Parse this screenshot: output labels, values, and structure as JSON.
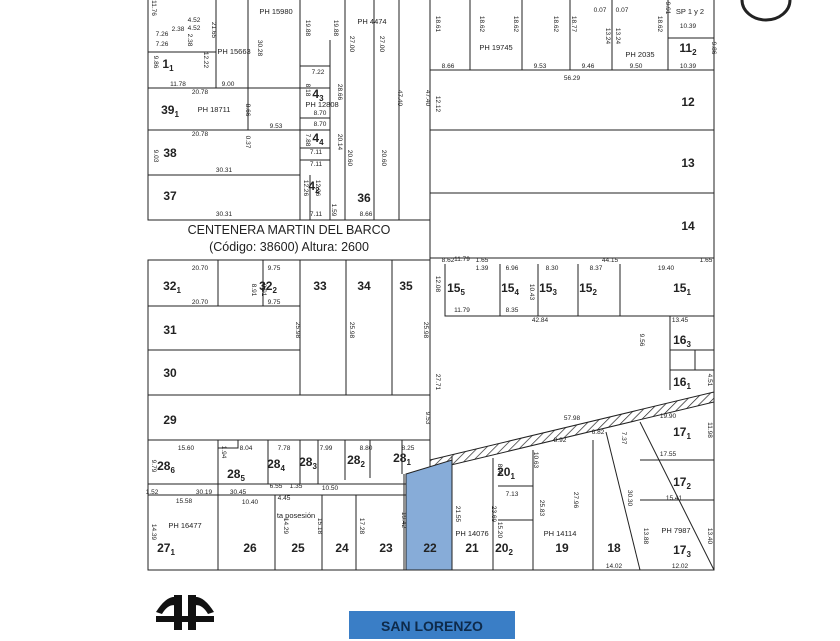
{
  "street_block": {
    "name": "CENTENERA MARTIN DEL BARCO",
    "code_line": "(Código: 38600) Altura: 2600"
  },
  "street_south": "SAN LORENZO",
  "highlight_color": "#87acd8",
  "lots_top_left": [
    {
      "id": "lot-1-1",
      "n": "1",
      "s": "1"
    },
    {
      "id": "lot-39-1",
      "n": "39",
      "s": "1"
    },
    {
      "id": "lot-38",
      "n": "38",
      "s": ""
    },
    {
      "id": "lot-37",
      "n": "37",
      "s": ""
    },
    {
      "id": "lot-4-3",
      "n": "4",
      "s": "3"
    },
    {
      "id": "lot-4-4",
      "n": "4",
      "s": "4"
    },
    {
      "id": "lot-4-2",
      "n": "4",
      "s": "2"
    },
    {
      "id": "lot-36",
      "n": "36",
      "s": ""
    }
  ],
  "lots_top_right": [
    {
      "id": "lot-11-2",
      "n": "11",
      "s": "2"
    },
    {
      "id": "lot-12",
      "n": "12",
      "s": ""
    },
    {
      "id": "lot-13",
      "n": "13",
      "s": ""
    },
    {
      "id": "lot-14",
      "n": "14",
      "s": ""
    }
  ],
  "lots_middle": [
    {
      "id": "lot-32-1",
      "n": "32",
      "s": "1"
    },
    {
      "id": "lot-32-2",
      "n": "32",
      "s": "2"
    },
    {
      "id": "lot-33",
      "n": "33",
      "s": ""
    },
    {
      "id": "lot-34",
      "n": "34",
      "s": ""
    },
    {
      "id": "lot-35",
      "n": "35",
      "s": ""
    },
    {
      "id": "lot-31",
      "n": "31",
      "s": ""
    },
    {
      "id": "lot-30",
      "n": "30",
      "s": ""
    },
    {
      "id": "lot-29",
      "n": "29",
      "s": ""
    },
    {
      "id": "lot-15-5",
      "n": "15",
      "s": "5"
    },
    {
      "id": "lot-15-4",
      "n": "15",
      "s": "4"
    },
    {
      "id": "lot-15-3",
      "n": "15",
      "s": "3"
    },
    {
      "id": "lot-15-2",
      "n": "15",
      "s": "2"
    },
    {
      "id": "lot-15-1",
      "n": "15",
      "s": "1"
    },
    {
      "id": "lot-16-3",
      "n": "16",
      "s": "3"
    },
    {
      "id": "lot-16-1",
      "n": "16",
      "s": "1"
    }
  ],
  "lots_bottom": [
    {
      "id": "lot-28-6",
      "n": "28",
      "s": "6"
    },
    {
      "id": "lot-28-5",
      "n": "28",
      "s": "5"
    },
    {
      "id": "lot-28-4",
      "n": "28",
      "s": "4"
    },
    {
      "id": "lot-28-3",
      "n": "28",
      "s": "3"
    },
    {
      "id": "lot-28-2",
      "n": "28",
      "s": "2"
    },
    {
      "id": "lot-28-1",
      "n": "28",
      "s": "1"
    },
    {
      "id": "lot-27-1",
      "n": "27",
      "s": "1"
    },
    {
      "id": "lot-26",
      "n": "26",
      "s": ""
    },
    {
      "id": "lot-25",
      "n": "25",
      "s": ""
    },
    {
      "id": "lot-24",
      "n": "24",
      "s": ""
    },
    {
      "id": "lot-23",
      "n": "23",
      "s": ""
    },
    {
      "id": "lot-22",
      "n": "22",
      "s": ""
    },
    {
      "id": "lot-21",
      "n": "21",
      "s": ""
    },
    {
      "id": "lot-20-1",
      "n": "20",
      "s": "1"
    },
    {
      "id": "lot-20-2",
      "n": "20",
      "s": "2"
    },
    {
      "id": "lot-19",
      "n": "19",
      "s": ""
    },
    {
      "id": "lot-18",
      "n": "18",
      "s": ""
    },
    {
      "id": "lot-17-1",
      "n": "17",
      "s": "1"
    },
    {
      "id": "lot-17-2",
      "n": "17",
      "s": "2"
    },
    {
      "id": "lot-17-3",
      "n": "17",
      "s": "3"
    }
  ],
  "ph_labels": {
    "ph15980": "PH 15980",
    "ph4474": "PH 4474",
    "ph19745": "PH 19745",
    "ph2035": "PH 2035",
    "ph15663": "PH 15663",
    "ph18711": "PH 18711",
    "ph12808": "PH 12808",
    "sp": "SP 1 y 2",
    "ph16477": "PH 16477",
    "ph14076": "PH 14076",
    "ph14114": "PH 14114",
    "ph7987": "PH 7987",
    "posesion": "ta posesión"
  },
  "dims": {
    "d1": "11.76",
    "d2": "7.26",
    "d3": "7.26",
    "d4": "2.38",
    "d5": "4.52",
    "d6": "4.52",
    "d7": "2.38",
    "d8": "21.65",
    "d9": "30.28",
    "d10": "19.88",
    "d11": "19.88",
    "d12": "27.00",
    "d13": "27.00",
    "d14": "18.61",
    "d15": "18.62",
    "d16": "18.62",
    "d17": "18.62",
    "d18": "18.77",
    "d19": "0.07",
    "d20": "0.07",
    "d21": "13.24",
    "d22": "13.24",
    "d23": "18.62",
    "d24": "9.91",
    "d25": "10.39",
    "d26": "10.39",
    "d27": "9.86",
    "d28": "12.22",
    "d29": "9.86",
    "d30": "11.78",
    "d31": "9.00",
    "d32": "8.66",
    "d33": "9.46",
    "d34": "9.50",
    "d35": "9.53",
    "d36": "7.22",
    "d37": "8.18",
    "d38": "28.66",
    "d39": "47.40",
    "d40": "47.40",
    "d41": "12.12",
    "d42": "56.29",
    "d43": "20.78",
    "d44": "20.78",
    "d45": "8.66",
    "d46": "8.70",
    "d47": "8.70",
    "d48": "9.53",
    "d49": "9.03",
    "d50": "0.37",
    "d51": "7.88",
    "d52": "7.11",
    "d53": "20.14",
    "d54": "20.60",
    "d55": "20.60",
    "d56": "7.11",
    "d57": "12.26",
    "d58": "12.26",
    "d59": "30.31",
    "d60": "30.31",
    "d61": "7.11",
    "d62": "1.59",
    "d63": "8.66",
    "d64": "20.70",
    "d65": "9.75",
    "d66": "9.75",
    "d67": "8.91",
    "d68": "8.91",
    "d69": "20.70",
    "d70": "25.98",
    "d71": "25.98",
    "d72": "25.98",
    "d73": "12.08",
    "d74": "11.79",
    "d75": "11.79",
    "d76": "1.65",
    "d77": "1.39",
    "d78": "6.96",
    "d79": "8.30",
    "d80": "8.37",
    "d81": "19.40",
    "d82": "44.15",
    "d83": "1.65",
    "d84": "10.43",
    "d85": "42.84",
    "d86": "8.35",
    "d87": "13.45",
    "d88": "9.56",
    "d89": "4.51",
    "d90": "27.71",
    "d91": "57.98",
    "d92": "19.90",
    "d93": "11.98",
    "d94": "6.82",
    "d95": "7.37",
    "d96": "8.92",
    "d97": "17.55",
    "d98": "15.41",
    "d99": "13.40",
    "d100": "12.02",
    "d101": "14.02",
    "d102": "15.60",
    "d103": "8.04",
    "d104": "7.78",
    "d105": "7.99",
    "d106": "8.80",
    "d107": "8.25",
    "d108": "9.79",
    "d109": "6.55",
    "d110": "1.35",
    "d111": "10.50",
    "d112": "15.58",
    "d113": "30.19",
    "d114": "30.45",
    "d115": "10.40",
    "d116": "14.39",
    "d117": "14.29",
    "d118": "15.18",
    "d119": "17.28",
    "d120": "19.42",
    "d121": "21.55",
    "d122": "23.69",
    "d123": "25.83",
    "d124": "27.96",
    "d125": "30.30",
    "d126": "13.88",
    "d127": "15.20",
    "d128": "8.49",
    "d129": "7.13",
    "d130": "10.63",
    "d131": "1.52",
    "d132": "1.94",
    "d133": "4.45",
    "d134": "9.53",
    "d135": "8.62"
  }
}
